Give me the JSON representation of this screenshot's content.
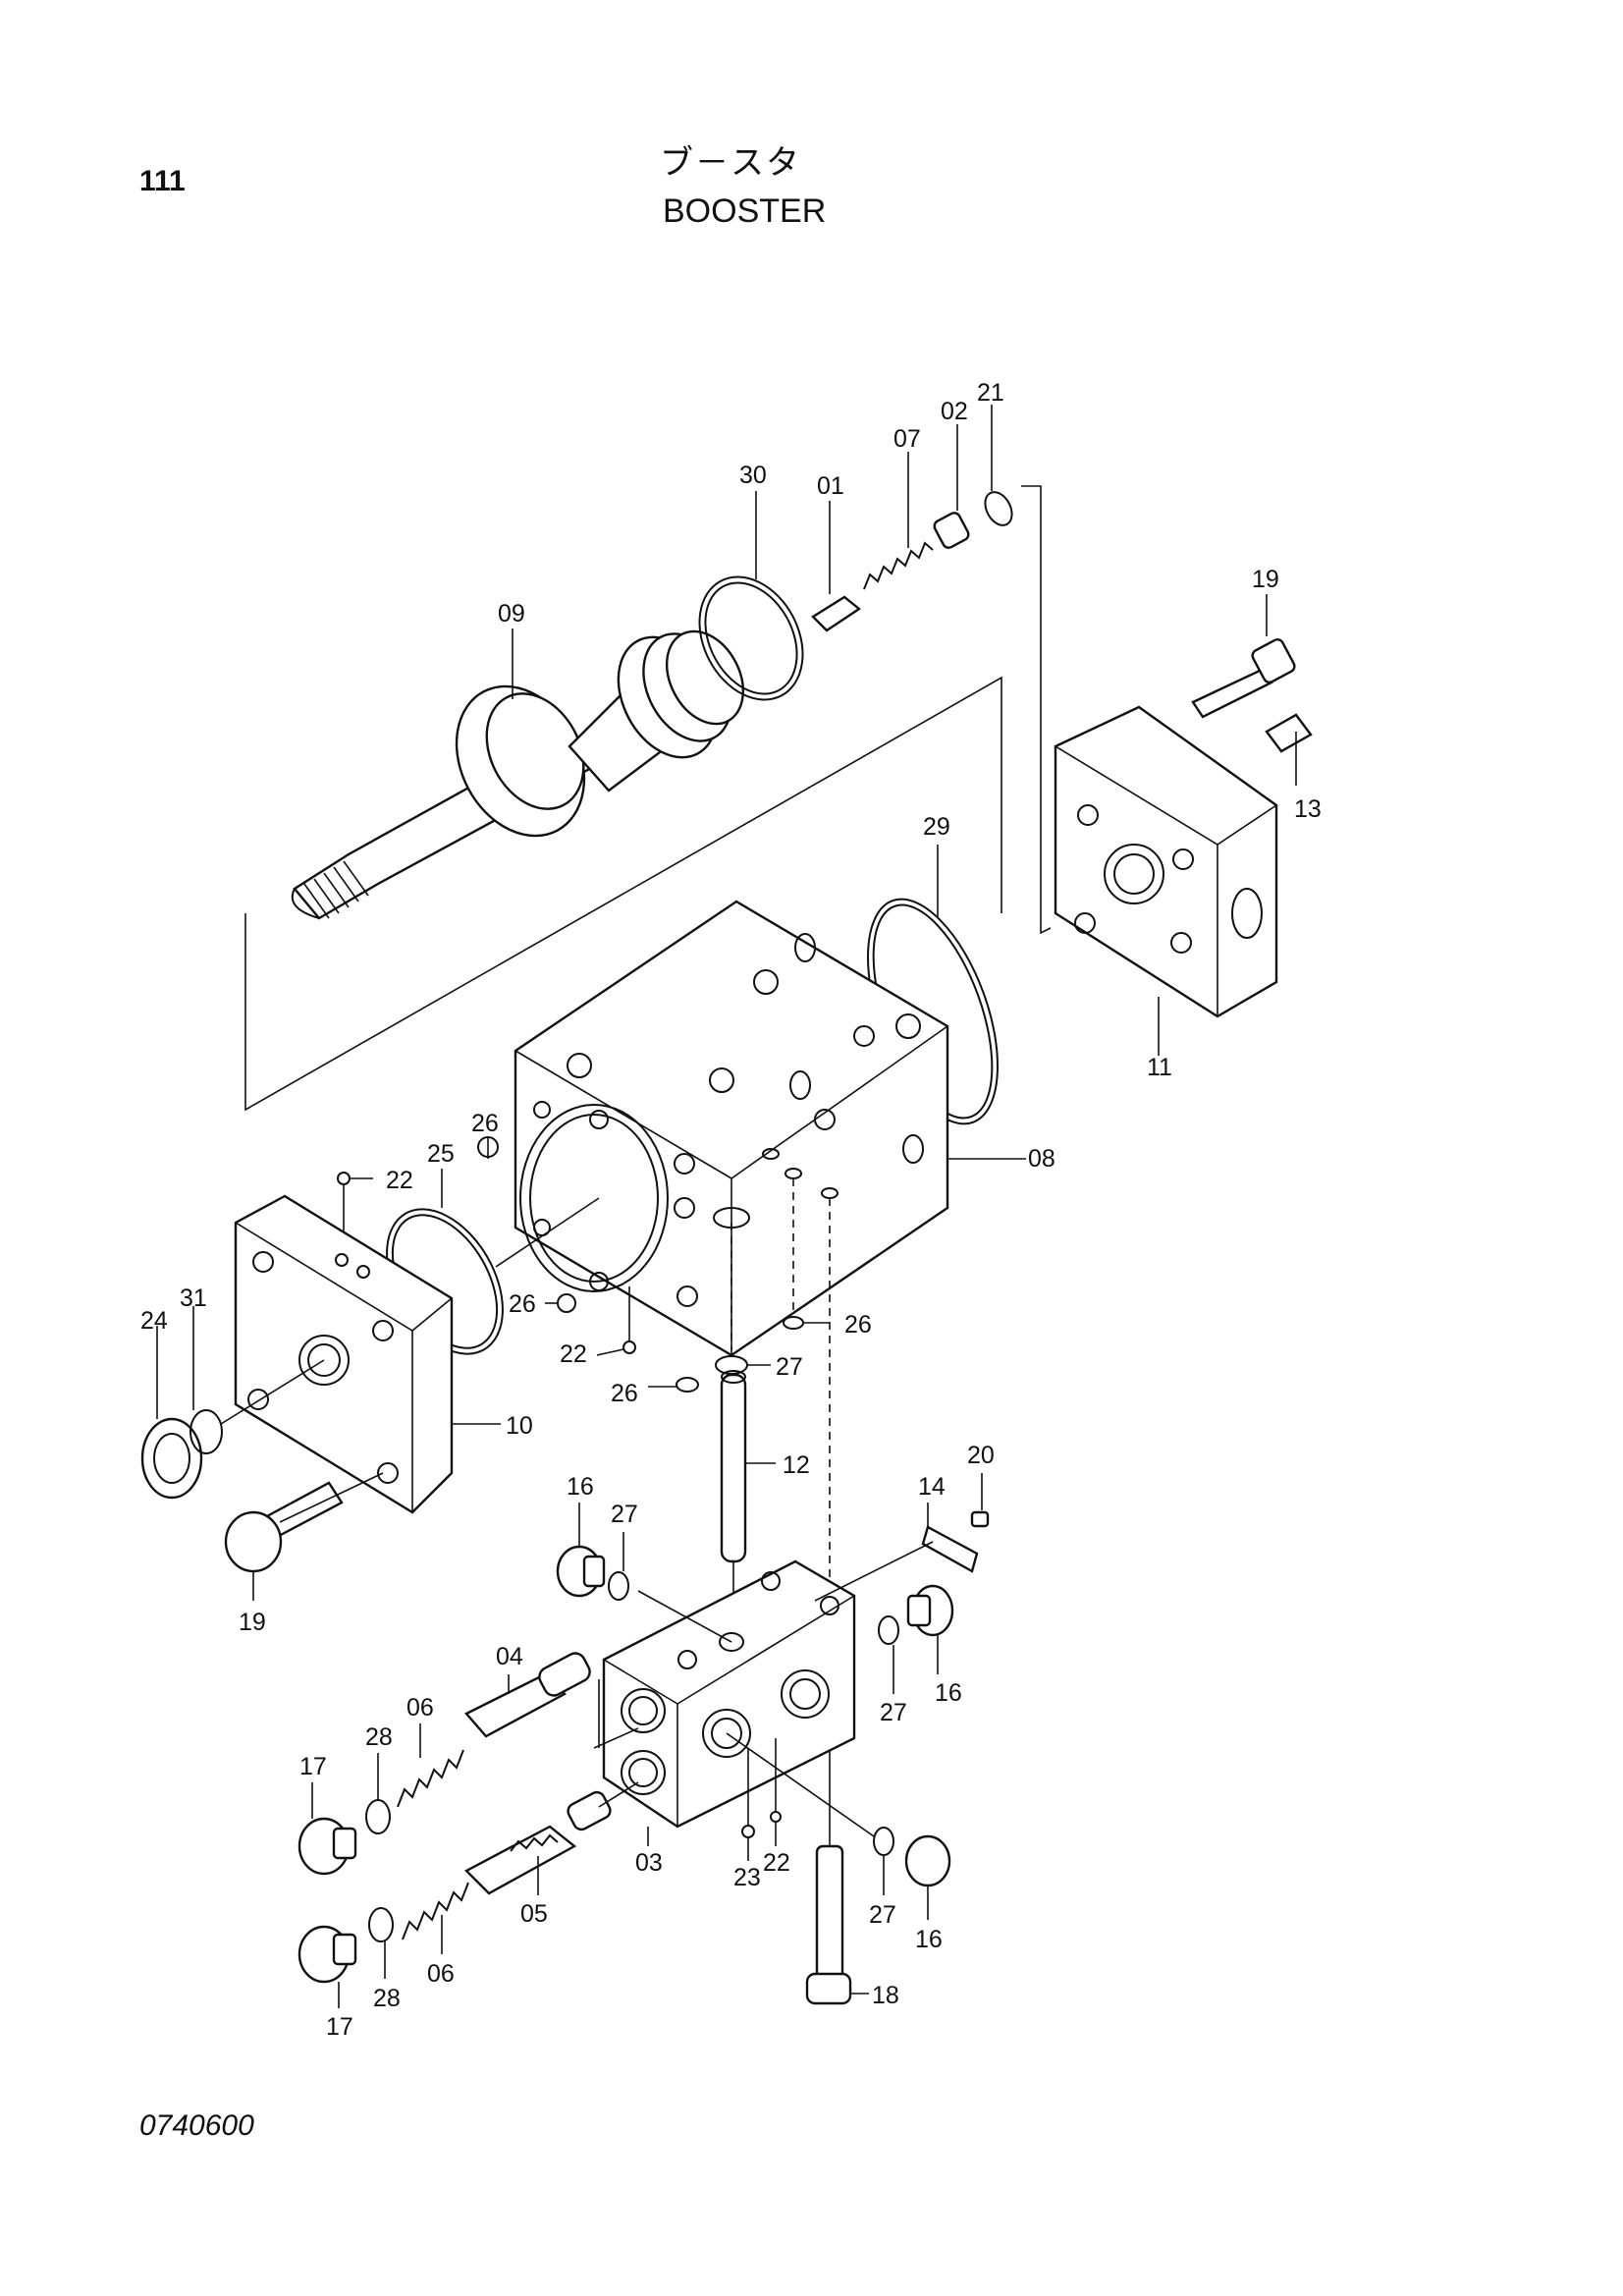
{
  "header": {
    "page_number": "111",
    "title_jp": "ブ－スタ",
    "title_en": "BOOSTER"
  },
  "footer": {
    "drawing_code": "0740600"
  },
  "callouts": [
    "30",
    "01",
    "07",
    "02",
    "21",
    "09",
    "19",
    "13",
    "29",
    "11",
    "08",
    "26",
    "25",
    "22",
    "24",
    "31",
    "26",
    "22",
    "26",
    "27",
    "26",
    "10",
    "12",
    "19",
    "16",
    "27",
    "20",
    "14",
    "16",
    "04",
    "06",
    "28",
    "17",
    "27",
    "03",
    "22",
    "23",
    "05",
    "06",
    "28",
    "17",
    "27",
    "16",
    "18"
  ]
}
